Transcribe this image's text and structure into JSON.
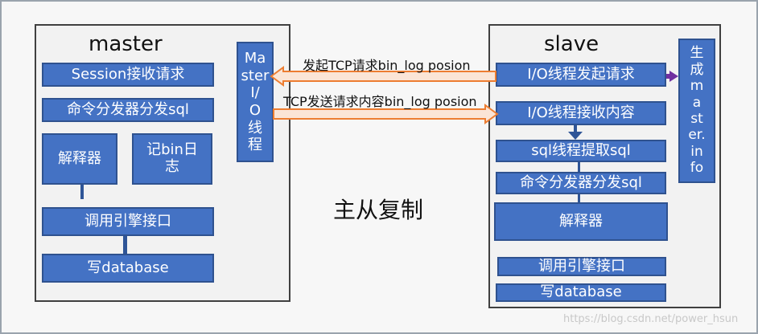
{
  "title": "主从复制",
  "master": {
    "title": "master",
    "session": "Session接收请求",
    "dispatcher": "命令分发器分发sql",
    "parser": "解释器",
    "binlog": "记bin日志",
    "engine": "调用引擎接口",
    "write": "写database",
    "io_thread": [
      "Ma",
      "ster",
      "I/",
      "O",
      "线",
      "程"
    ]
  },
  "slave": {
    "title": "slave",
    "io_request": "I/O线程发起请求",
    "io_receive": "I/O线程接收内容",
    "sql_thread": "sql线程提取sql",
    "dispatcher": "命令分发器分发sql",
    "parser": "解释器",
    "engine": "调用引擎接口",
    "write": "写database",
    "master_info": [
      "生",
      "成",
      "m",
      "a",
      "st",
      "er.",
      "in",
      "fo"
    ]
  },
  "arrows": {
    "request_label": "发起TCP请求bin_log posion",
    "send_label": "TCP发送请求内容bin_log posion"
  },
  "watermark": "https://blog.csdn.net/power_hsun",
  "colors": {
    "box": "#4472c4",
    "box_border": "#2f528f",
    "arrow_fill": "#fbe5d6",
    "arrow_stroke": "#ed7d31"
  }
}
